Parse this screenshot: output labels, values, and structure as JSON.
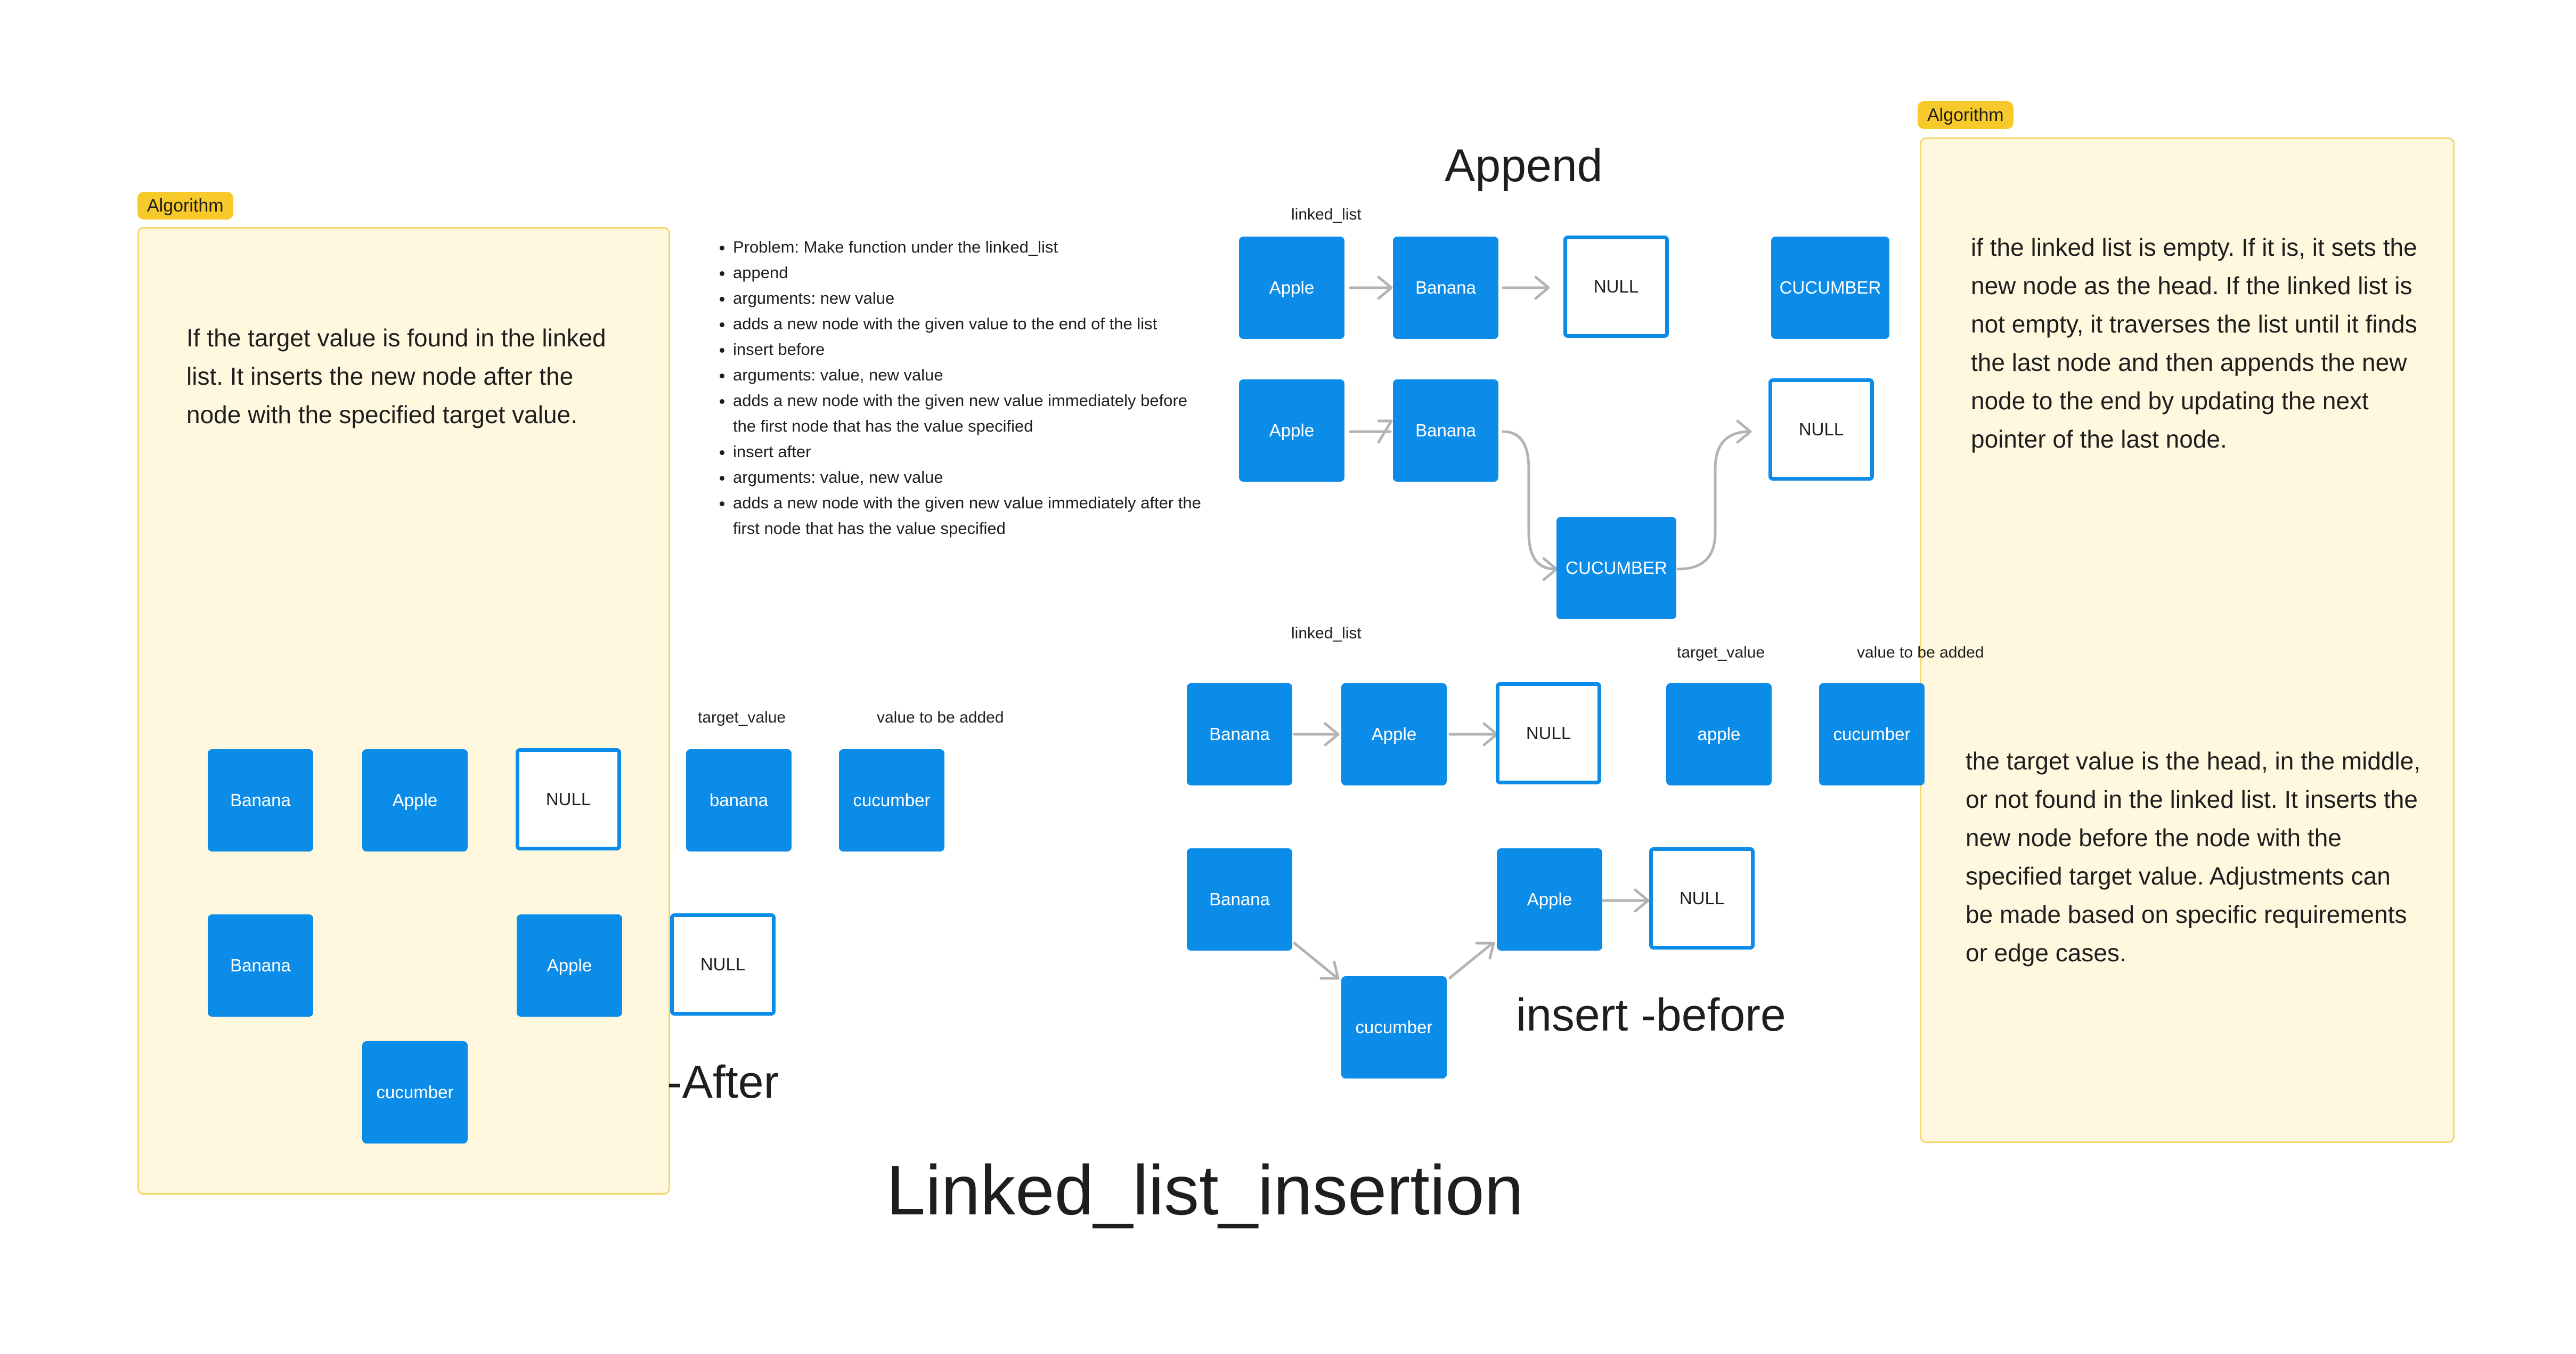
{
  "title": "Linked_list_insertion",
  "algorithm_tag_left": "Algorithm",
  "algorithm_tag_right": "Algorithm",
  "left_note": "If the target value is found in the linked list. It inserts the new node after the node with the specified target value.",
  "right_note_append": "if the linked list is empty. If it is, it sets the new node as the head. If the linked list is not empty, it traverses the list until it finds the last node and then appends the new node to the end by updating the next pointer of the last node.",
  "right_note_before": "the target value is the head, in the middle, or not found in the linked list. It inserts the new node before the node with the specified target value. Adjustments can be made based on specific requirements or edge cases.",
  "problem_list": [
    "Problem: Make function under the linked_list",
    "append",
    "arguments: new value",
    "adds a new node with the given value to the end of the list",
    "insert before",
    "arguments: value, new value",
    "adds a new node with the given new value immediately before the first node that has the value specified",
    "insert after",
    "arguments: value, new value",
    "adds a new node with the given new value immediately after the first node that has the value specified"
  ],
  "append": {
    "heading": "Append",
    "linked_list_label": "linked_list",
    "row1": [
      "Apple",
      "Banana",
      "NULL"
    ],
    "new_value": "CUCUMBER",
    "row2": [
      "Apple",
      "Banana",
      "CUCUMBER",
      "NULL"
    ]
  },
  "insert_before": {
    "heading": "insert -before",
    "linked_list_label": "linked_list",
    "target_label": "target_value",
    "added_label": "value to be added",
    "row1": [
      "Banana",
      "Apple",
      "NULL"
    ],
    "target": "apple",
    "new_value": "cucumber",
    "row2": [
      "Banana",
      "cucumber",
      "Apple",
      "NULL"
    ]
  },
  "insert_after": {
    "heading": "-After",
    "target_label": "target_value",
    "added_label": "value to be added",
    "row1": [
      "Banana",
      "Apple",
      "NULL"
    ],
    "target": "banana",
    "new_value": "cucumber",
    "row2": [
      "Banana",
      "cucumber",
      "Apple",
      "NULL"
    ]
  },
  "colors": {
    "node": "#0c8ce9",
    "sticky": "#fff8df",
    "tag": "#f8c92a",
    "arrow": "#b3b3b3"
  }
}
